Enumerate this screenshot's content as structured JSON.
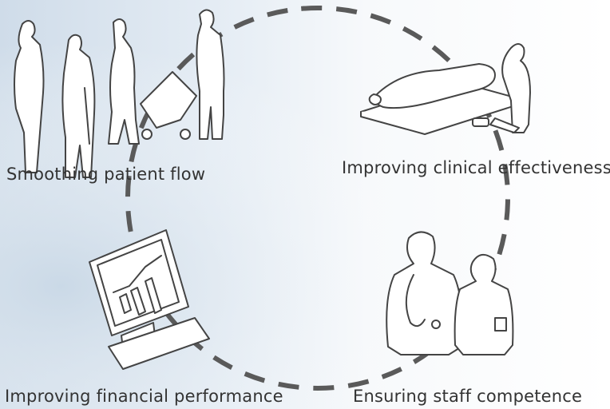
{
  "captions": {
    "patient_flow": "Smoothing patient flow",
    "clinical_effectiveness": "Improving clinical effectiveness",
    "financial_performance": "Improving financial performance",
    "staff_competence": "Ensuring staff competence"
  },
  "colors": {
    "dash": "#5a5a5a",
    "text": "#333333",
    "background_left": "#d7e3ef",
    "background_right": "#ffffff"
  },
  "icons": [
    "patients-queue-illustration",
    "patient-scan-illustration",
    "staff-illustration",
    "computer-chart-illustration"
  ]
}
